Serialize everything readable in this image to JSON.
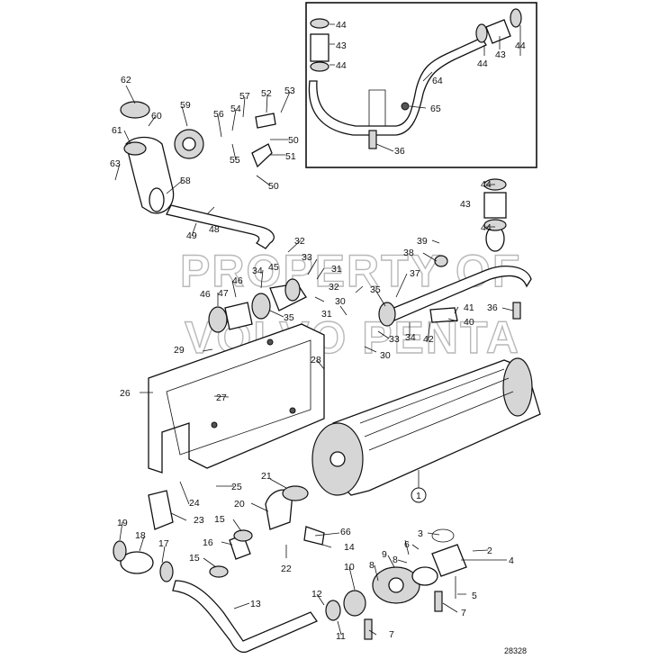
{
  "watermark": {
    "line1": "PROPERTY OF",
    "line2": "VOLVO PENTA"
  },
  "figure_reference": "28328",
  "part_labels": {
    "p1": "1",
    "p2": "2",
    "p3": "3",
    "p4": "4",
    "p5": "5",
    "p6": "6",
    "p7a": "7",
    "p7b": "7",
    "p8a": "8",
    "p8b": "8",
    "p9": "9",
    "p10": "10",
    "p11": "11",
    "p12": "12",
    "p13": "13",
    "p14": "14",
    "p15a": "15",
    "p15b": "15",
    "p16": "16",
    "p17": "17",
    "p18": "18",
    "p19": "19",
    "p20": "20",
    "p21": "21",
    "p22": "22",
    "p23": "23",
    "p24": "24",
    "p25": "25",
    "p26": "26",
    "p27": "27",
    "p28": "28",
    "p29": "29",
    "p30a": "30",
    "p30b": "30",
    "p31a": "31",
    "p31b": "31",
    "p32a": "32",
    "p32b": "32",
    "p33a": "33",
    "p33b": "33",
    "p34a": "34",
    "p34b": "34",
    "p35a": "35",
    "p35b": "35",
    "p36a": "36",
    "p36b": "36",
    "p37": "37",
    "p38": "38",
    "p39": "39",
    "p40": "40",
    "p41": "41",
    "p42": "42",
    "p43a": "43",
    "p43b": "43",
    "p43c": "43",
    "p44a": "44",
    "p44b": "44",
    "p44c": "44",
    "p44d": "44",
    "p44e": "44",
    "p44f": "44",
    "p45": "45",
    "p46a": "46",
    "p46b": "46",
    "p47": "47",
    "p48": "48",
    "p49": "49",
    "p50a": "50",
    "p50b": "50",
    "p51": "51",
    "p52": "52",
    "p53": "53",
    "p54": "54",
    "p55": "55",
    "p56": "56",
    "p57": "57",
    "p58": "58",
    "p59": "59",
    "p60": "60",
    "p61": "61",
    "p62": "62",
    "p63": "63",
    "p64": "64",
    "p65": "65",
    "p66": "66"
  }
}
